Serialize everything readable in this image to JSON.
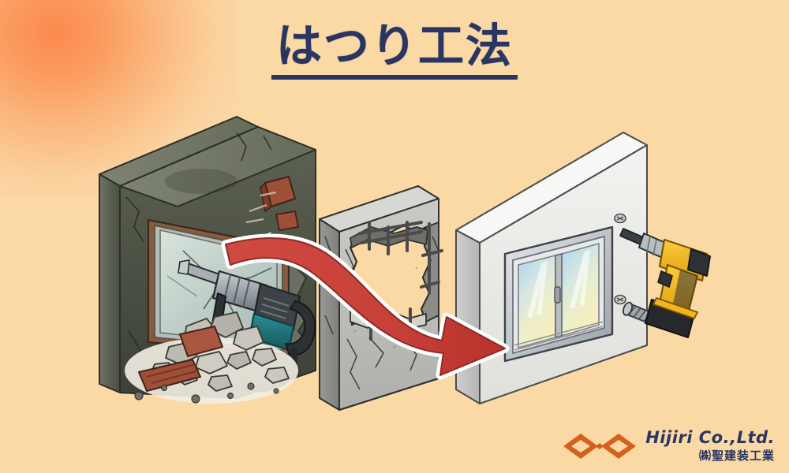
{
  "page": {
    "title_text": "はつり工法",
    "background_color": "#FBD9A5",
    "glow_color": "#FB8A4E",
    "title_color": "#2A3562"
  },
  "logo": {
    "mark_name": "hijiri-double-diamond-mark",
    "mark_color": "#D4601E",
    "company_en": "Hijiri Co.,Ltd.",
    "company_jp": "㈱聖建装工業",
    "text_color": "#2A3562"
  },
  "illustration": {
    "type": "isometric-technical-illustration",
    "panels": [
      {
        "id": "panel-1",
        "name": "old-damaged-wall",
        "caption_implied": "既存の劣化した壁と古い窓をはつり解体",
        "wall_color": "#565B4E",
        "window_frame_color": "#8A5A3C",
        "glass_color": "#C7D4CE",
        "elements": [
          "old-concrete-wall",
          "cracked-old-window",
          "rotary-hammer-drill",
          "flying-tile-fragments",
          "concrete-rubble",
          "dust-cloud",
          "fallen-roof-tiles"
        ]
      },
      {
        "id": "panel-2",
        "name": "demolished-opening-wall",
        "caption_implied": "はつり後のコンクリート躯体と露出した鉄筋",
        "wall_color": "#BFC0BC",
        "wall_side_color": "#8E8F8B",
        "rebar_color": "#4B4B4B",
        "elements": [
          "gray-concrete-wall",
          "rough-demolished-opening",
          "exposed-rebar",
          "surface-cracks"
        ]
      },
      {
        "id": "panel-3",
        "name": "new-wall-with-window",
        "caption_implied": "新しい壁に新規サッシを取り付け",
        "wall_color": "#EDEDEB",
        "wall_side_color": "#C9CAC8",
        "window_frame_color": "#C9CDD2",
        "glass_gradient": [
          "#BDDDF0",
          "#E8F0D8",
          "#F4ECC2"
        ],
        "elements": [
          "white-wall-panel",
          "new-sliding-window",
          "cordless-drill",
          "screws",
          "screw-holes"
        ]
      }
    ],
    "arrow": {
      "name": "process-flow-arrow",
      "shape": "s-curve-right",
      "fill_color": "#C8413A",
      "outline_color": "#FFFFFF",
      "direction": "left-to-right"
    },
    "tools": [
      {
        "name": "rotary-hammer-drill",
        "body_color": "#1E6E77",
        "barrel_color": "#9AA3A7",
        "grip_color": "#3A3F42"
      },
      {
        "name": "cordless-drill",
        "body_color": "#F2B521",
        "accent_color": "#2B2B2B",
        "chuck_color": "#B9BEC2"
      }
    ],
    "debris": {
      "rubble_color": "#B9B6AE",
      "tile_color": "#9E4F37",
      "dust_color": "#F2EEE6"
    }
  }
}
